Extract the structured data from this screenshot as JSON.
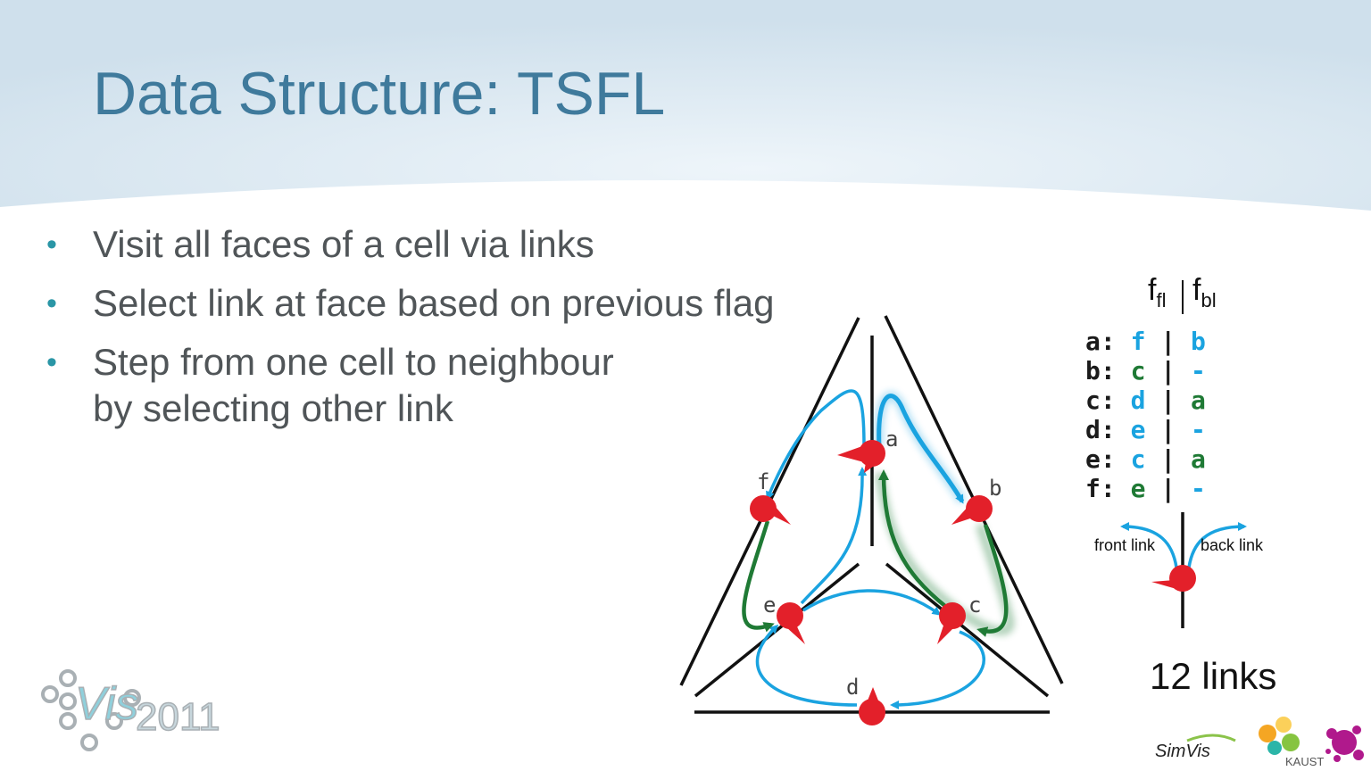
{
  "title": "Data Structure: TSFL",
  "bullets": [
    "Visit all faces of a cell via links",
    "Select link at face based on previous flag",
    "Step from one cell to neighbour\nby selecting other link"
  ],
  "bullet3_line1": "Step from one cell to neighbour",
  "bullet3_line2": "by selecting other link",
  "diagram": {
    "node_labels": [
      "a",
      "b",
      "c",
      "d",
      "e",
      "f"
    ]
  },
  "table": {
    "header_front": "f",
    "header_front_sub": "fl",
    "header_back": "f",
    "header_back_sub": "bl",
    "rows": [
      {
        "key": "a:",
        "front": "f",
        "back": "b"
      },
      {
        "key": "b:",
        "front": "c",
        "back": "-"
      },
      {
        "key": "c:",
        "front": "d",
        "back": "a"
      },
      {
        "key": "d:",
        "front": "e",
        "back": "-"
      },
      {
        "key": "e:",
        "front": "c",
        "back": "a"
      },
      {
        "key": "f:",
        "front": "e",
        "back": "-"
      }
    ],
    "separator": "|"
  },
  "legend": {
    "front_link": "front link",
    "back_link": "back link"
  },
  "links_count": "12 links",
  "logos": {
    "vis": "Vis2011",
    "simvis": "SimVis",
    "kaust": "KAUST"
  },
  "colors": {
    "title": "#3f7a9c",
    "bullet_dot": "#2a96a6",
    "link_blue": "#1aa3e0",
    "link_green": "#1f7a35",
    "node_red": "#e3202a"
  }
}
